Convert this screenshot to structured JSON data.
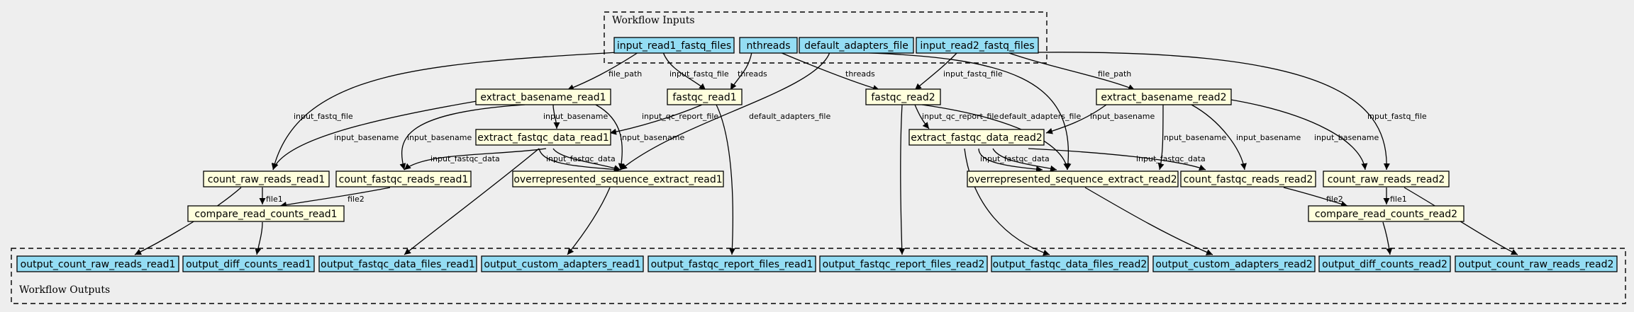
{
  "colors": {
    "background": "#eeeeee",
    "io_node_fill": "#94ddf4",
    "step_node_fill": "#ffffdd",
    "stroke": "#000000"
  },
  "clusters": {
    "inputs": "Workflow Inputs",
    "outputs": "Workflow Outputs"
  },
  "nodes": {
    "input_read1_fastq_files": "input_read1_fastq_files",
    "nthreads": "nthreads",
    "default_adapters_file": "default_adapters_file",
    "input_read2_fastq_files": "input_read2_fastq_files",
    "extract_basename_read1": "extract_basename_read1",
    "fastqc_read1": "fastqc_read1",
    "fastqc_read2": "fastqc_read2",
    "extract_basename_read2": "extract_basename_read2",
    "extract_fastqc_data_read1": "extract_fastqc_data_read1",
    "extract_fastqc_data_read2": "extract_fastqc_data_read2",
    "count_raw_reads_read1": "count_raw_reads_read1",
    "count_fastqc_reads_read1": "count_fastqc_reads_read1",
    "overrepresented_sequence_extract_read1": "overrepresented_sequence_extract_read1",
    "overrepresented_sequence_extract_read2": "overrepresented_sequence_extract_read2",
    "count_fastqc_reads_read2": "count_fastqc_reads_read2",
    "count_raw_reads_read2": "count_raw_reads_read2",
    "compare_read_counts_read1": "compare_read_counts_read1",
    "compare_read_counts_read2": "compare_read_counts_read2",
    "output_count_raw_reads_read1": "output_count_raw_reads_read1",
    "output_diff_counts_read1": "output_diff_counts_read1",
    "output_fastqc_data_files_read1": "output_fastqc_data_files_read1",
    "output_custom_adapters_read1": "output_custom_adapters_read1",
    "output_fastqc_report_files_read1": "output_fastqc_report_files_read1",
    "output_fastqc_report_files_read2": "output_fastqc_report_files_read2",
    "output_fastqc_data_files_read2": "output_fastqc_data_files_read2",
    "output_custom_adapters_read2": "output_custom_adapters_read2",
    "output_diff_counts_read2": "output_diff_counts_read2",
    "output_count_raw_reads_read2": "output_count_raw_reads_read2"
  },
  "edge_labels": {
    "file_path_1": "file_path",
    "input_fastq_file_1": "input_fastq_file",
    "threads_1": "threads",
    "threads_2": "threads",
    "input_fastq_file_2": "input_fastq_file",
    "file_path_2": "file_path",
    "input_fastq_file_raw1": "input_fastq_file",
    "input_fastq_file_raw2": "input_fastq_file",
    "input_basename_1a": "input_basename",
    "input_basename_1b": "input_basename",
    "input_basename_1c": "input_basename",
    "input_basename_1d": "input_basename",
    "input_qc_report_file_1": "input_qc_report_file",
    "default_adapters_file_1": "default_adapters_file",
    "input_qc_report_file_2": "input_qc_report_file",
    "default_adapters_file_2": "default_adapters_file",
    "input_basename_2a": "input_basename",
    "input_basename_2b": "input_basename",
    "input_basename_2c": "input_basename",
    "input_basename_2d": "input_basename",
    "input_fastqc_data_1a": "input_fastqc_data",
    "input_fastqc_data_1b": "input_fastqc_data",
    "input_fastqc_data_2a": "input_fastqc_data",
    "input_fastqc_data_2b": "input_fastqc_data",
    "file1_1": "file1",
    "file2_1": "file2",
    "file2_2": "file2",
    "file1_2": "file1"
  }
}
